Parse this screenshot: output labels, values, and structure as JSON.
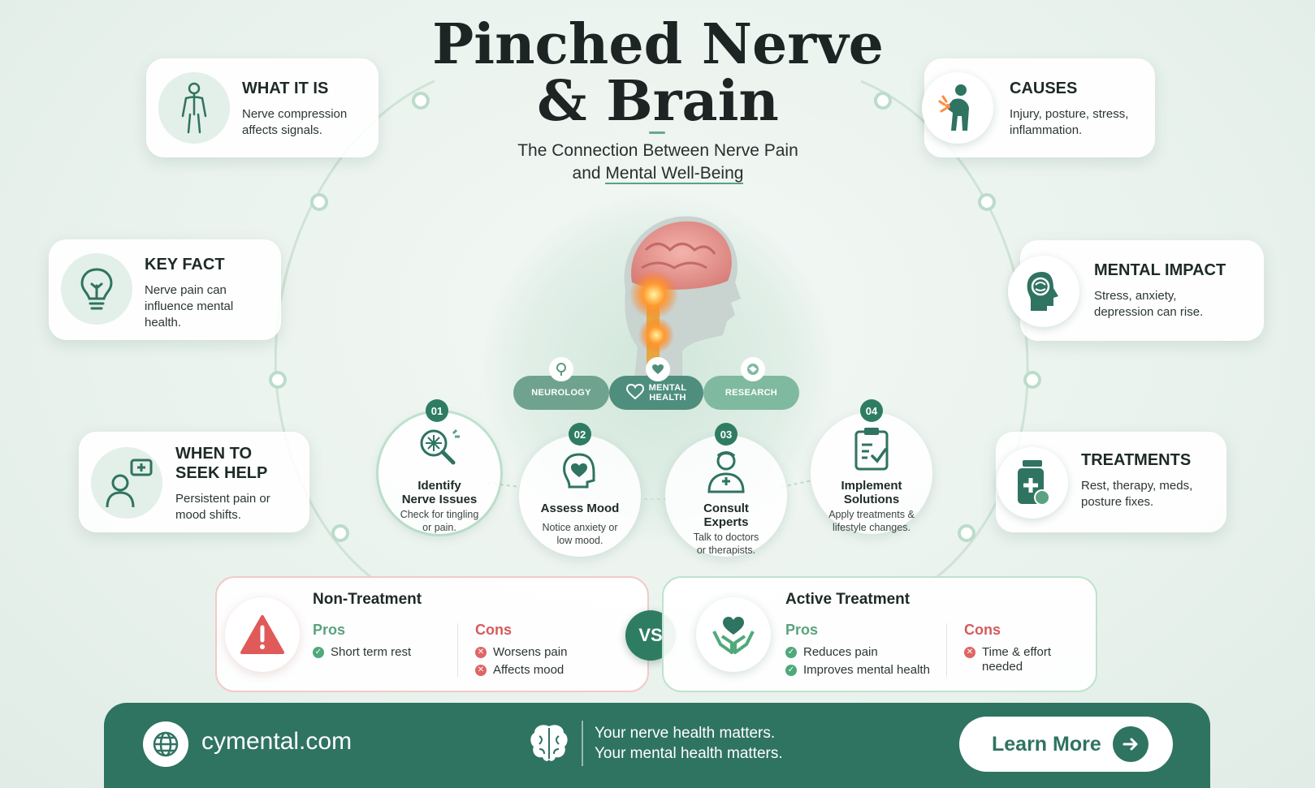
{
  "header": {
    "title_line1": "Pinched Nerve",
    "title_line2": "& Brain",
    "subtitle_line1": "The Connection Between Nerve Pain",
    "subtitle_line2_prefix": "and ",
    "subtitle_line2_highlight": "Mental Well-Being"
  },
  "cards": {
    "what_it_is": {
      "title": "WHAT IT IS",
      "text_line1": "Nerve compression",
      "text_line2": "affects signals.",
      "icon": "human-body-icon"
    },
    "key_fact": {
      "title": "KEY FACT",
      "text_line1": "Nerve pain can",
      "text_line2": "influence mental",
      "text_line3": "health.",
      "icon": "lightbulb-icon"
    },
    "when_to_seek_help": {
      "title_line1": "WHEN TO",
      "title_line2": "SEEK HELP",
      "text_line1": "Persistent pain or",
      "text_line2": "mood shifts.",
      "icon": "doctor-chat-icon"
    },
    "causes": {
      "title": "CAUSES",
      "text_line1": "Injury, posture, stress,",
      "text_line2": "inflammation.",
      "icon": "back-pain-icon"
    },
    "mental_impact": {
      "title": "MENTAL IMPACT",
      "text_line1": "Stress, anxiety,",
      "text_line2": "depression can rise.",
      "icon": "head-brain-icon"
    },
    "treatments": {
      "title": "TREATMENTS",
      "text_line1": "Rest, therapy, meds,",
      "text_line2": "posture fixes.",
      "icon": "medicine-bottle-icon"
    }
  },
  "pills": {
    "neurology": "NEUROLOGY",
    "mental_health_line1": "MENTAL",
    "mental_health_line2": "HEALTH",
    "research": "RESEARCH"
  },
  "steps": [
    {
      "num": "01",
      "title_line1": "Identify",
      "title_line2": "Nerve Issues",
      "desc_line1": "Check for tingling",
      "desc_line2": "or pain.",
      "icon": "magnifier-nerve-icon"
    },
    {
      "num": "02",
      "title_line1": "Assess Mood",
      "title_line2": "",
      "desc_line1": "Notice anxiety or",
      "desc_line2": "low mood.",
      "icon": "head-heart-icon"
    },
    {
      "num": "03",
      "title_line1": "Consult",
      "title_line2": "Experts",
      "desc_line1": "Talk to doctors",
      "desc_line2": "or therapists.",
      "icon": "doctor-icon"
    },
    {
      "num": "04",
      "title_line1": "Implement",
      "title_line2": "Solutions",
      "desc_line1": "Apply treatments &",
      "desc_line2": "lifestyle changes.",
      "icon": "clipboard-check-icon"
    }
  ],
  "comparison": {
    "vs": "VS",
    "non_treatment": {
      "title": "Non-Treatment",
      "pros_label": "Pros",
      "cons_label": "Cons",
      "pros": [
        "Short term rest"
      ],
      "cons": [
        "Worsens pain",
        "Affects mood"
      ],
      "icon": "warning-icon"
    },
    "active_treatment": {
      "title": "Active Treatment",
      "pros_label": "Pros",
      "cons_label": "Cons",
      "pros": [
        "Reduces pain",
        "Improves mental health"
      ],
      "cons_line1": "Time & effort",
      "cons_line2": "needed",
      "icon": "hands-heart-icon"
    }
  },
  "footer": {
    "site": "cymental.com",
    "tagline_line1": "Your nerve health matters.",
    "tagline_line2": "Your mental health matters.",
    "cta": "Learn More"
  },
  "colors": {
    "primary": "#2f7361",
    "accent": "#5aa283",
    "danger": "#d45b5b",
    "background": "#e9f2ed"
  }
}
